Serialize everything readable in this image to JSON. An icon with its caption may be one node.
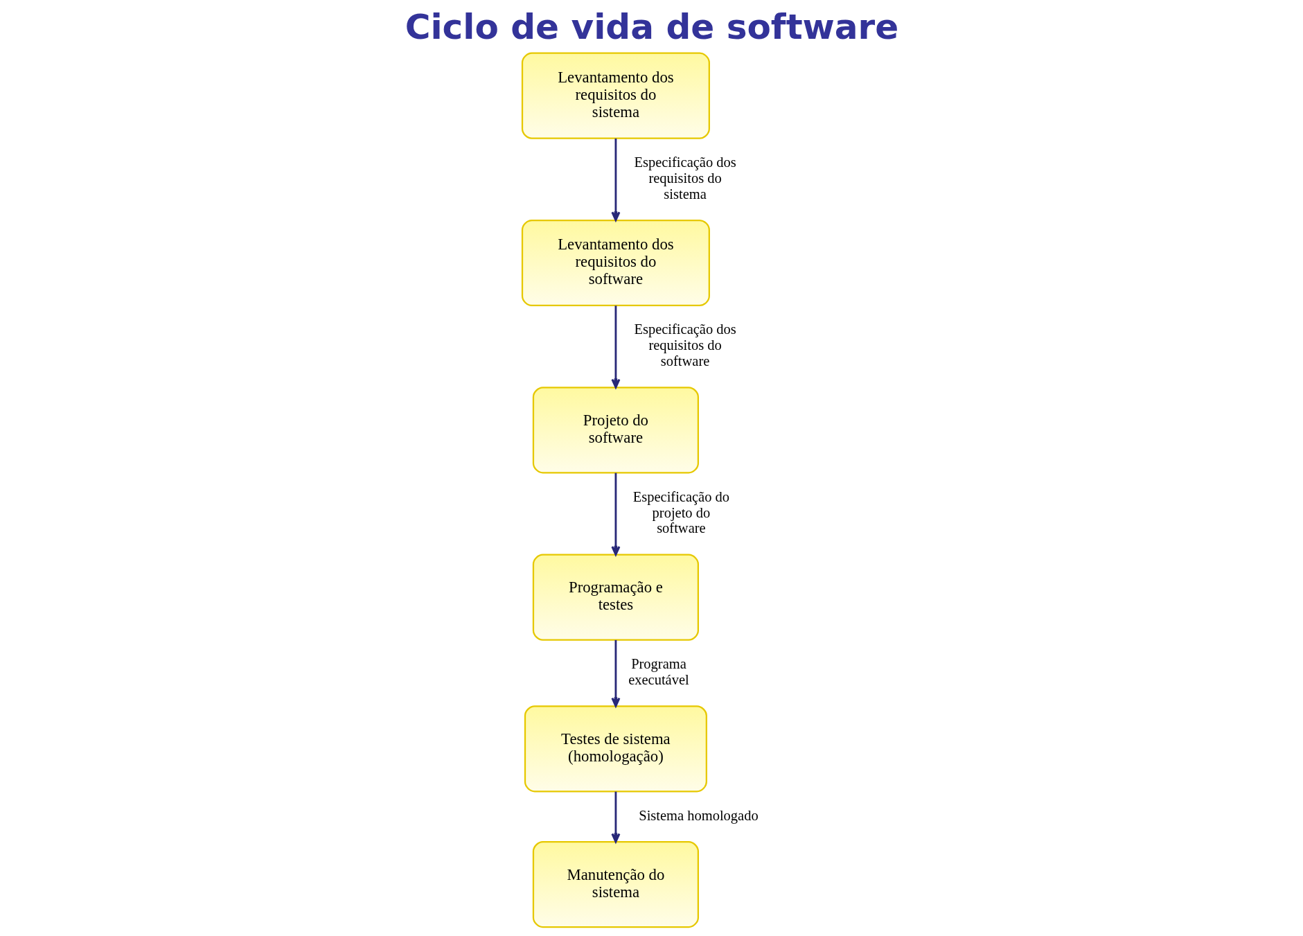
{
  "diagram": {
    "title": "Ciclo de vida de software",
    "nodes": [
      {
        "text": [
          "Levantamento dos requisitos do sistema"
        ]
      },
      {
        "text": [
          "Levantamento dos requisitos do software"
        ]
      },
      {
        "text": [
          "Projeto do software"
        ]
      },
      {
        "text": [
          "Programação e testes"
        ]
      },
      {
        "text": [
          "Testes de sistema (homologação)"
        ]
      },
      {
        "text": [
          "Manutenção do sistema"
        ]
      }
    ],
    "edges": [
      {
        "from": 0,
        "to": 1,
        "arrow": "to",
        "label": "Especificação dos requisitos do sistema"
      },
      {
        "from": 1,
        "to": 2,
        "arrow": "to",
        "label": "Especificação dos requisitos do software"
      },
      {
        "from": 2,
        "to": 3,
        "arrow": "to",
        "label": "Especificação do projeto do software"
      },
      {
        "from": 3,
        "to": 4,
        "arrow": "to",
        "label": "Programa executável"
      },
      {
        "from": 4,
        "to": 5,
        "arrow": "to",
        "label": "Sistema homologado"
      }
    ]
  }
}
